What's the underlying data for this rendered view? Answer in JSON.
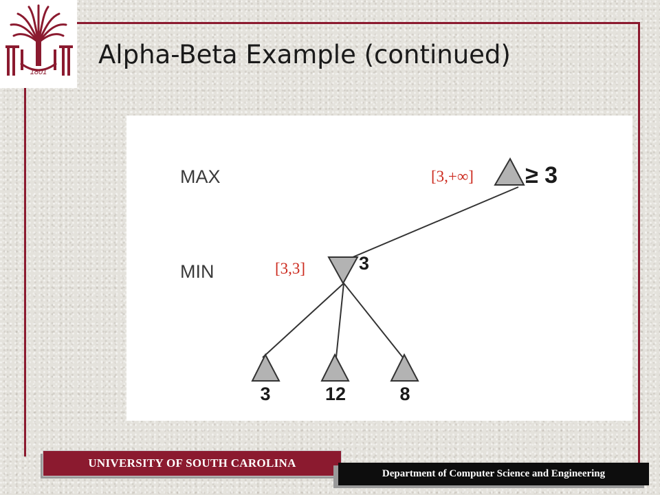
{
  "slide": {
    "title": "Alpha-Beta Example (continued)"
  },
  "logo": {
    "year_text": "1801"
  },
  "diagram": {
    "level_labels": {
      "max": "MAX",
      "min": "MIN"
    },
    "root": {
      "value_label": "≥ 3",
      "interval": "[3,+∞]"
    },
    "min_node": {
      "value_label": "3",
      "interval": "[3,3]"
    },
    "leaves": [
      "3",
      "12",
      "8"
    ]
  },
  "footer": {
    "university": "UNIVERSITY OF SOUTH CAROLINA",
    "department": "Department of Computer Science and Engineering"
  },
  "colors": {
    "garnet": "#8b1a2f",
    "interval_red": "#cc2a1e",
    "node_gray": "#b3b3b3"
  }
}
